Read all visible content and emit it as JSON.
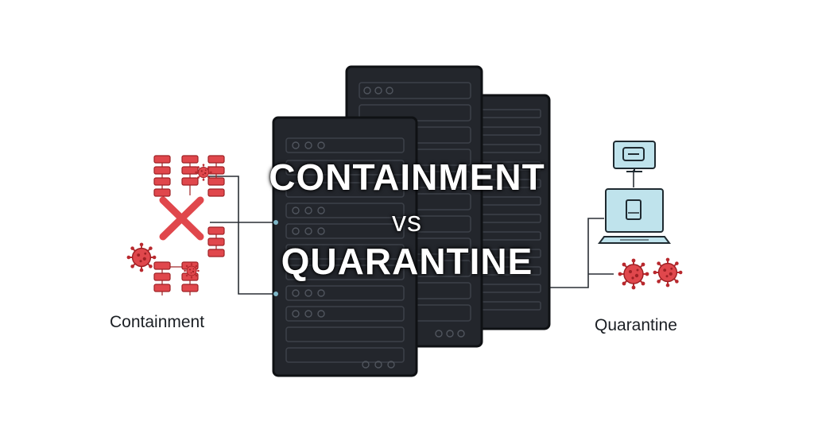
{
  "title": {
    "line1": "CONTAINMENT",
    "line2": "vs",
    "line3": "QUARANTINE"
  },
  "labels": {
    "left": "Containment",
    "right": "Quarantine"
  },
  "colors": {
    "server_body": "#23262c",
    "server_outline": "#0f1114",
    "server_slot": "#373b43",
    "alert_red": "#e0474c",
    "alert_red_dark": "#b8282d",
    "monitor_fill": "#bfe3ec",
    "monitor_outline": "#1f2a30",
    "line": "#2a2f35"
  },
  "icons": {
    "infected_network": "network-icon",
    "blocked_mark": "x-mark-icon",
    "virus": "virus-icon",
    "computer": "monitor-icon",
    "server_rack": "server-rack-icon"
  }
}
